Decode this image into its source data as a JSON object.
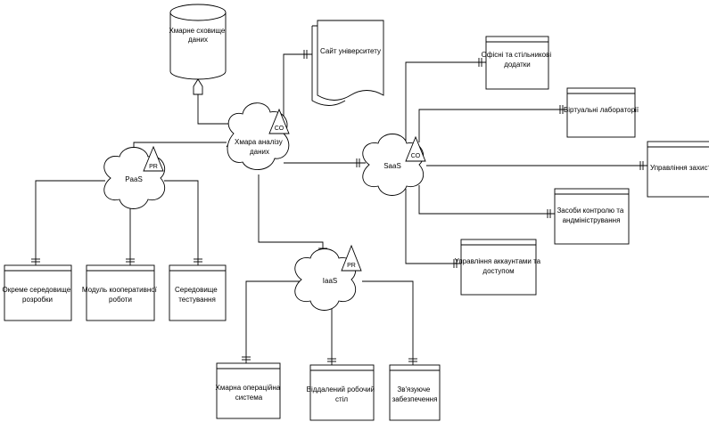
{
  "nodes": {
    "storage": {
      "label_lines": [
        "Хмарне сховище",
        "даних"
      ]
    },
    "site": {
      "label": "Сайт університету"
    },
    "analysis_cloud": {
      "label_lines": [
        "Хмара аналізу",
        "даних"
      ],
      "badge": "CO"
    },
    "paas": {
      "label": "PaaS",
      "badge": "PR"
    },
    "saas": {
      "label": "SaaS",
      "badge": "CO"
    },
    "iaas": {
      "label": "IaaS",
      "badge": "PR"
    }
  },
  "entities": [
    {
      "id": "office",
      "lines": [
        "Офісні та стільникові",
        "додатки"
      ]
    },
    {
      "id": "labs",
      "lines": [
        "Віртуальні лабораторії"
      ]
    },
    {
      "id": "protection",
      "lines": [
        "Управління захистом"
      ]
    },
    {
      "id": "control",
      "lines": [
        "Засоби контролю та",
        "андміністрування"
      ]
    },
    {
      "id": "accounts",
      "lines": [
        "Управління аккаунтами та",
        "доступом"
      ]
    },
    {
      "id": "dev_env",
      "lines": [
        "Окреме середовище",
        "розробки"
      ]
    },
    {
      "id": "coop",
      "lines": [
        "Модуль кооперативної",
        "роботи"
      ]
    },
    {
      "id": "test_env",
      "lines": [
        "Середовище",
        "тестування"
      ]
    },
    {
      "id": "cloud_os",
      "lines": [
        "Хмарна операційна",
        "система"
      ]
    },
    {
      "id": "remote_desk",
      "lines": [
        "Віддалений робочий",
        "стіл"
      ]
    },
    {
      "id": "binding",
      "lines": [
        "Зв'язуюче",
        "забезпечення"
      ]
    }
  ]
}
